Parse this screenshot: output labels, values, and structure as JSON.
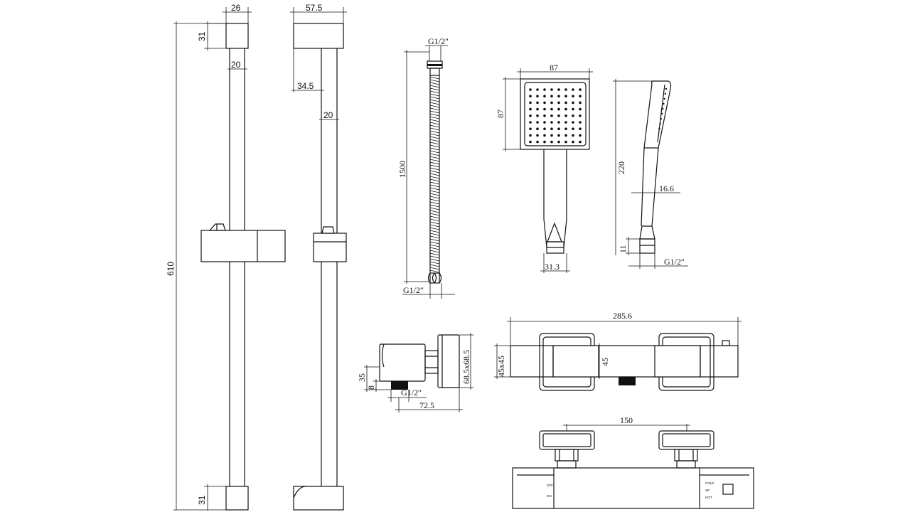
{
  "riser_rail_front": {
    "width": "26",
    "cap_height_top": "31",
    "tube_diameter": "20",
    "overall_length": "610",
    "cap_height_bottom": "31"
  },
  "riser_rail_side": {
    "depth": "57.5",
    "offset": "34.5",
    "tube_diameter": "20"
  },
  "hose": {
    "thread_top": "G1/2″",
    "length": "1500",
    "thread_bottom": "G1/2″"
  },
  "handset_front": {
    "head_width": "87",
    "head_height": "87",
    "handle_width": "31.3"
  },
  "handset_side": {
    "length": "220",
    "handle_depth": "16.6",
    "connector_height": "11",
    "thread": "G1/2″"
  },
  "wall_outlet": {
    "height": "35",
    "nut": "8",
    "thread": "G1/2″",
    "depth": "72.5",
    "plate_size": "68.5x68.5"
  },
  "valve_front": {
    "overall_width": "285.6",
    "body_section": "45x45",
    "body_height": "45"
  },
  "valve_top": {
    "centres": "150",
    "label_off": "OFF",
    "label_on": "ON",
    "label_cold": "COLD",
    "label_hot": "HOT",
    "label_temp": "38°"
  }
}
